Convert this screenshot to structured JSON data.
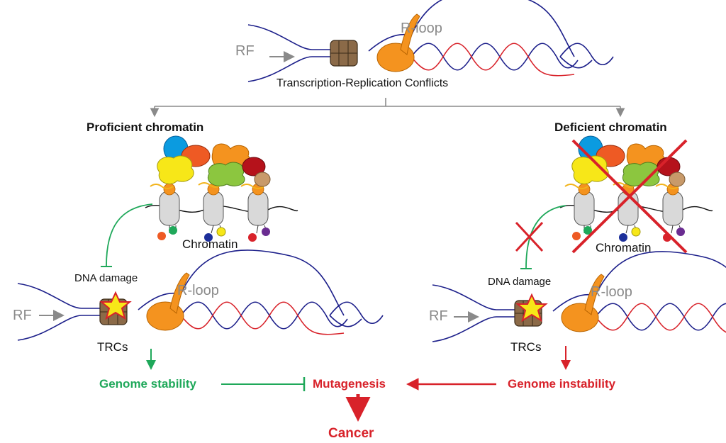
{
  "top": {
    "rf": "RF",
    "rloop": "R-loop",
    "caption": "Transcription-Replication Conflicts"
  },
  "left": {
    "heading": "Proficient chromatin",
    "chromatin": "Chromatin",
    "damage": "DNA damage",
    "rloop": "R-loop",
    "rf": "RF",
    "trcs": "TRCs",
    "outcome": "Genome stability"
  },
  "right": {
    "heading": "Deficient chromatin",
    "chromatin": "Chromatin",
    "damage": "DNA damage",
    "rloop": "R-loop",
    "rf": "RF",
    "trcs": "TRCs",
    "outcome": "Genome instability"
  },
  "bottom": {
    "mutagenesis": "Mutagenesis",
    "cancer": "Cancer"
  },
  "colors": {
    "dna_blue": "#1c1f8a",
    "rna_red": "#d8222a",
    "rnap_orange": "#f4931f",
    "helicase_brown": "#8b6a48",
    "green": "#1fa85a",
    "red": "#d8222a",
    "gray": "#8a8a8a"
  }
}
